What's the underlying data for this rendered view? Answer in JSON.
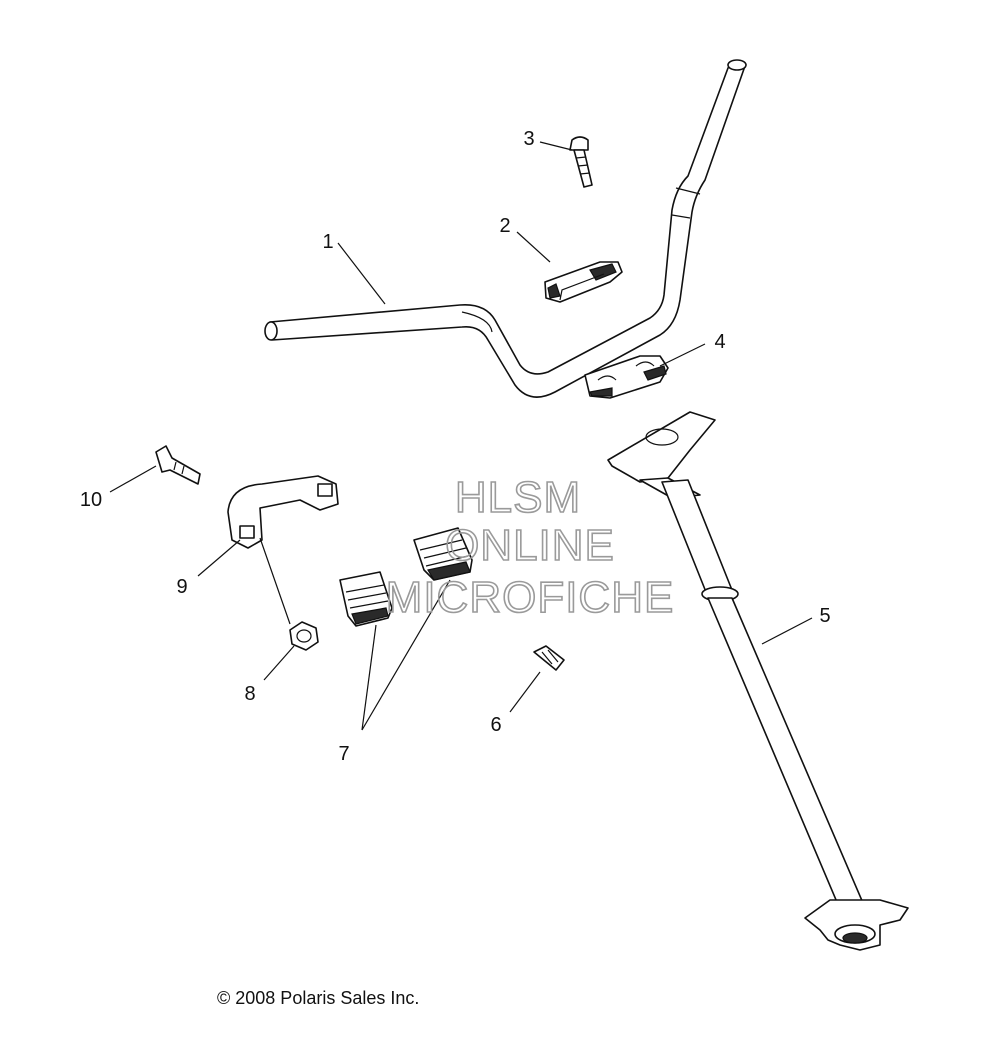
{
  "callouts": [
    {
      "id": "1",
      "label": "1"
    },
    {
      "id": "2",
      "label": "2"
    },
    {
      "id": "3",
      "label": "3"
    },
    {
      "id": "4",
      "label": "4"
    },
    {
      "id": "5",
      "label": "5"
    },
    {
      "id": "6",
      "label": "6"
    },
    {
      "id": "7",
      "label": "7"
    },
    {
      "id": "8",
      "label": "8"
    },
    {
      "id": "9",
      "label": "9"
    },
    {
      "id": "10",
      "label": "10"
    }
  ],
  "watermark": {
    "line1": "HLSM",
    "line2": "ONLINE",
    "line3": "MICROFICHE"
  },
  "copyright": "© 2008 Polaris Sales Inc."
}
